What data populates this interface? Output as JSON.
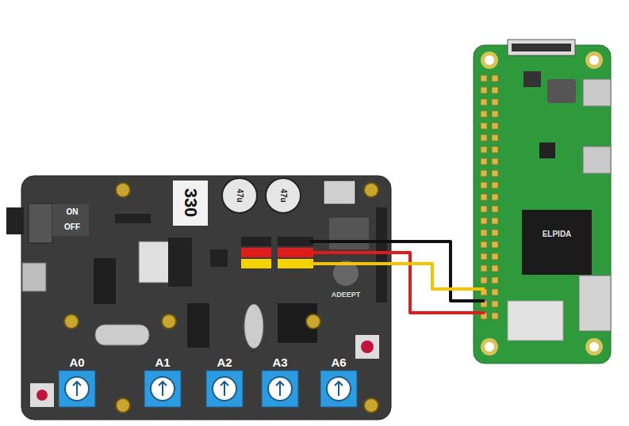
{
  "diagram": {
    "labels": [
      "ON",
      "OFF",
      "330",
      "47u",
      "47u",
      "ADEEPT",
      "A0",
      "A1",
      "A2",
      "A3",
      "A6",
      "ELPIDA"
    ]
  }
}
